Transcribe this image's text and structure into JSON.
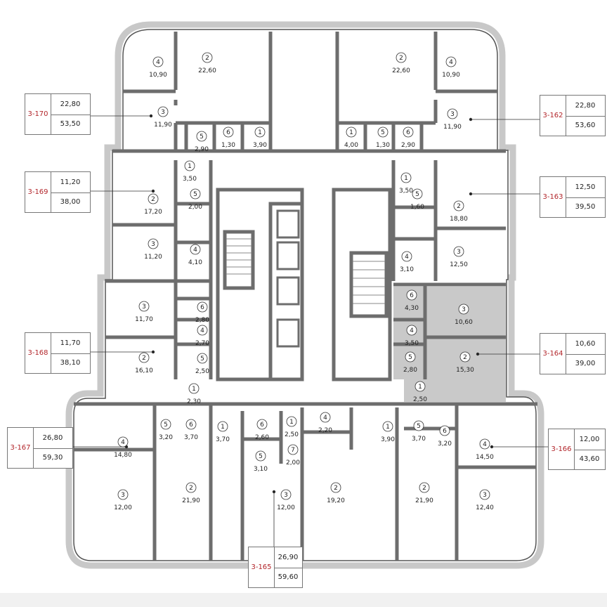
{
  "colors": {
    "wall": "#6d6d6d",
    "facade": "#c8c8c8",
    "highlight": "#c9c9c9",
    "apt_id": "#b2252a"
  },
  "highlighted_apartment": "3-164",
  "apartments": [
    {
      "id": "3-170",
      "v1": "22,80",
      "v2": "53,50",
      "rooms": [
        {
          "n": "4",
          "a": "10,90"
        },
        {
          "n": "2",
          "a": "22,60"
        },
        {
          "n": "3",
          "a": "11,90"
        },
        {
          "n": "5",
          "a": "2,90"
        },
        {
          "n": "6",
          "a": "1,30"
        },
        {
          "n": "1",
          "a": "3,90"
        }
      ]
    },
    {
      "id": "3-162",
      "v1": "22,80",
      "v2": "53,60",
      "rooms": [
        {
          "n": "2",
          "a": "22,60"
        },
        {
          "n": "4",
          "a": "10,90"
        },
        {
          "n": "3",
          "a": "11,90"
        },
        {
          "n": "1",
          "a": "4,00"
        },
        {
          "n": "5",
          "a": "1,30"
        },
        {
          "n": "6",
          "a": "2,90"
        }
      ]
    },
    {
      "id": "3-169",
      "v1": "11,20",
      "v2": "38,00",
      "rooms": [
        {
          "n": "1",
          "a": "3,50"
        },
        {
          "n": "5",
          "a": "2,00"
        },
        {
          "n": "2",
          "a": "17,20"
        },
        {
          "n": "3",
          "a": "11,20"
        },
        {
          "n": "4",
          "a": "4,10"
        }
      ]
    },
    {
      "id": "3-163",
      "v1": "12,50",
      "v2": "39,50",
      "rooms": [
        {
          "n": "1",
          "a": "3,50"
        },
        {
          "n": "5",
          "a": "1,60"
        },
        {
          "n": "2",
          "a": "18,80"
        },
        {
          "n": "4",
          "a": "3,10"
        },
        {
          "n": "3",
          "a": "12,50"
        }
      ]
    },
    {
      "id": "3-168",
      "v1": "11,70",
      "v2": "38,10",
      "rooms": [
        {
          "n": "3",
          "a": "11,70"
        },
        {
          "n": "6",
          "a": "2,80"
        },
        {
          "n": "4",
          "a": "2,70"
        },
        {
          "n": "2",
          "a": "16,10"
        },
        {
          "n": "5",
          "a": "2,50"
        },
        {
          "n": "1",
          "a": "2,30"
        }
      ]
    },
    {
      "id": "3-164",
      "v1": "10,60",
      "v2": "39,00",
      "rooms": [
        {
          "n": "6",
          "a": "4,30"
        },
        {
          "n": "3",
          "a": "10,60"
        },
        {
          "n": "4",
          "a": "3,50"
        },
        {
          "n": "2",
          "a": "15,30"
        },
        {
          "n": "5",
          "a": "2,80"
        },
        {
          "n": "1",
          "a": "2,50"
        }
      ]
    },
    {
      "id": "3-167",
      "v1": "26,80",
      "v2": "59,30",
      "rooms": [
        {
          "n": "5",
          "a": "3,20"
        },
        {
          "n": "6",
          "a": "3,70"
        },
        {
          "n": "1",
          "a": "3,70"
        },
        {
          "n": "4",
          "a": "14,80"
        },
        {
          "n": "2",
          "a": "21,90"
        },
        {
          "n": "3",
          "a": "12,00"
        }
      ]
    },
    {
      "id": "3-166",
      "v1": "12,00",
      "v2": "43,60",
      "rooms": [
        {
          "n": "6",
          "a": "2,60"
        },
        {
          "n": "1",
          "a": "2,50"
        },
        {
          "n": "4",
          "a": "2,20"
        },
        {
          "n": "7",
          "a": "2,00"
        },
        {
          "n": "5",
          "a": "3,10"
        },
        {
          "n": "3",
          "a": "12,00"
        },
        {
          "n": "2",
          "a": "19,20"
        }
      ]
    },
    {
      "id": "3-165",
      "v1": "26,90",
      "v2": "59,60",
      "rooms": [
        {
          "n": "1",
          "a": "3,90"
        },
        {
          "n": "5",
          "a": "3,70"
        },
        {
          "n": "6",
          "a": "3,20"
        },
        {
          "n": "4",
          "a": "14,50"
        },
        {
          "n": "2",
          "a": "21,90"
        },
        {
          "n": "3",
          "a": "12,40"
        }
      ]
    }
  ]
}
